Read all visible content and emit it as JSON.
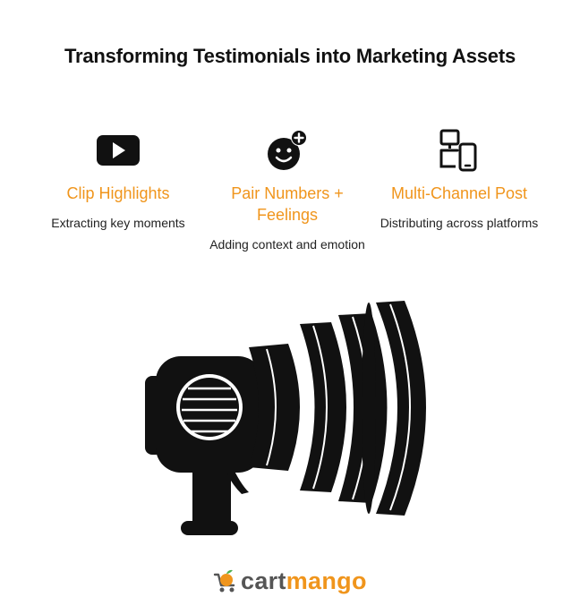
{
  "title": "Transforming Testimonials into Marketing Assets",
  "steps": [
    {
      "icon": "play-icon",
      "heading": "Clip Highlights",
      "description": "Extracting key moments"
    },
    {
      "icon": "smiley-plus-icon",
      "heading": "Pair Numbers + Feelings",
      "description": "Adding context and emotion"
    },
    {
      "icon": "devices-icon",
      "heading": "Multi-Channel Post",
      "description": "Distributing across platforms"
    }
  ],
  "brand": {
    "part1": "cart",
    "part2": "mango",
    "icon": "mango-cart-icon"
  },
  "colors": {
    "accent": "#f0951c",
    "text": "#111111",
    "brand_gray": "#555555"
  }
}
